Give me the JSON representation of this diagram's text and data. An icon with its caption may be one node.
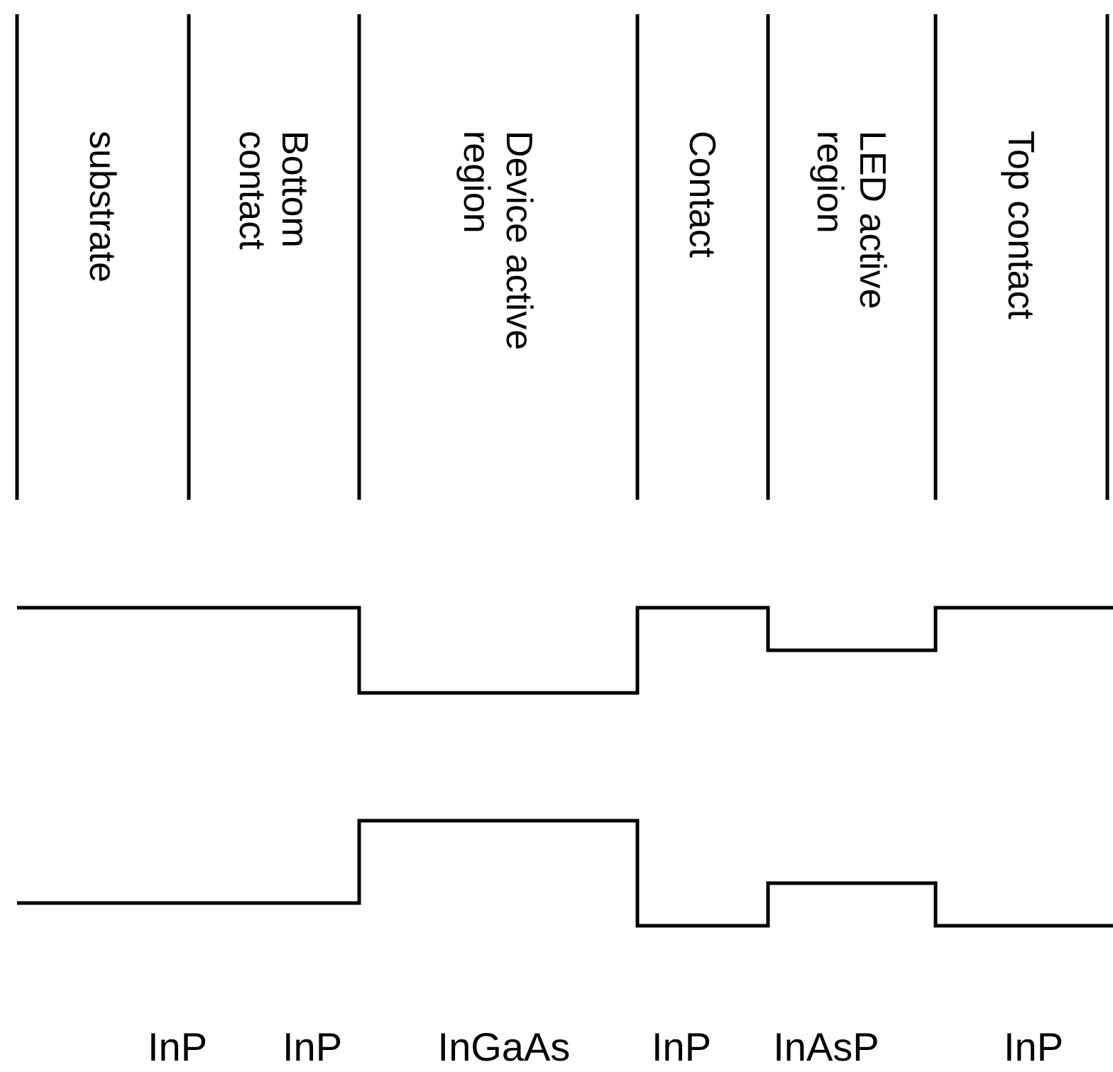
{
  "diagram": {
    "labels": [
      "substrate",
      "Bottom contact",
      "Device active region",
      "Contact",
      "LED active region",
      "Top contact",
      "InP",
      "InP",
      "InGaAs",
      "InP",
      "InAsP",
      "InP"
    ]
  }
}
